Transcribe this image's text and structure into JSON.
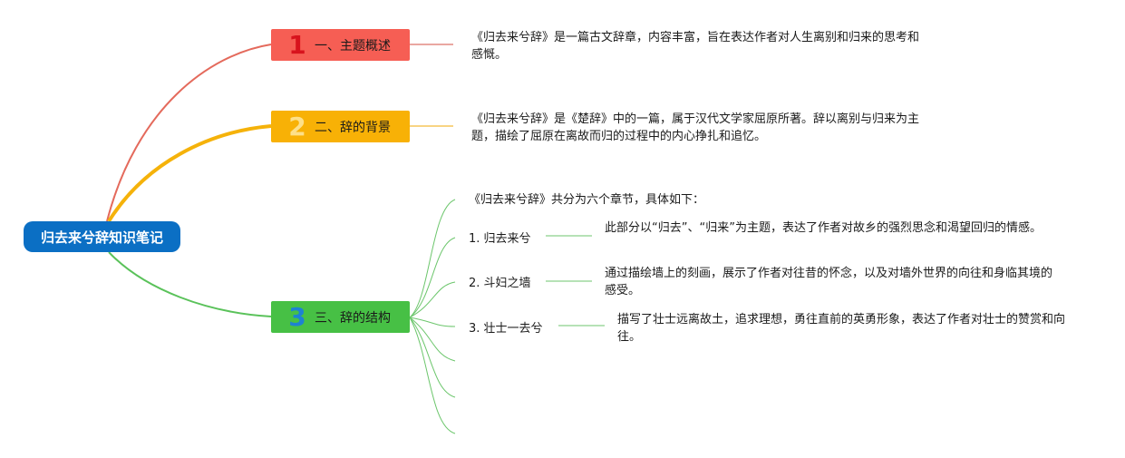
{
  "root": {
    "title": "归去来兮辞知识笔记"
  },
  "branches": [
    {
      "number": "1",
      "label": "一、主题概述",
      "color": "#f65e54",
      "line_color": "#e46a5c",
      "description": "《归去来兮辞》是一篇古文辞章，内容丰富，旨在表达作者对人生离别和归来的思考和感慨。"
    },
    {
      "number": "2",
      "label": "二、辞的背景",
      "color": "#f8b106",
      "line_color": "#f5b20a",
      "description": "《归去来兮辞》是《楚辞》中的一篇，属于汉代文学家屈原所著。辞以离别与归来为主题，描绘了屈原在离故而归的过程中的内心挣扎和追忆。"
    },
    {
      "number": "3",
      "label": "三、辞的结构",
      "color": "#47c045",
      "line_color": "#5ac25a",
      "intro": "《归去来兮辞》共分为六个章节，具体如下：",
      "sections": [
        {
          "label": "1. 归去来兮",
          "description": "此部分以“归去”、“归来”为主题，表达了作者对故乡的强烈思念和渴望回归的情感。"
        },
        {
          "label": "2. 斗妇之墙",
          "description": "通过描绘墙上的刻画，展示了作者对往昔的怀念，以及对墙外世界的向往和身临其境的感受。"
        },
        {
          "label": "3. 壮士一去兮",
          "description": "描写了壮士远离故土，追求理想，勇往直前的英勇形象，表达了作者对壮士的赞赏和向往。"
        }
      ]
    }
  ]
}
